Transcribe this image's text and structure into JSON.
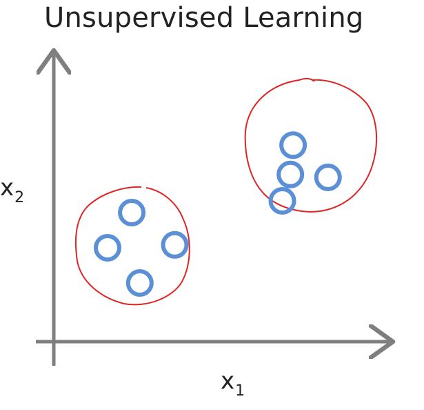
{
  "title": "Unsupervised Learning",
  "x_axis": {
    "main": "x",
    "sub": "1"
  },
  "y_axis": {
    "main": "x",
    "sub": "2"
  },
  "colors": {
    "axis": "#7f7f7f",
    "point": "#5b8fd6",
    "cluster": "#e02424",
    "text": "#222222"
  },
  "chart_data": {
    "type": "scatter",
    "title": "Unsupervised Learning",
    "xlabel": "x1",
    "ylabel": "x2",
    "series": [
      {
        "values": [
          {
            "x": 1.0,
            "y": 1.6
          },
          {
            "x": 1.45,
            "y": 2.2
          },
          {
            "x": 2.25,
            "y": 1.65
          },
          {
            "x": 1.6,
            "y": 1.0
          },
          {
            "x": 4.45,
            "y": 3.35
          },
          {
            "x": 4.4,
            "y": 2.85
          },
          {
            "x": 5.1,
            "y": 2.8
          },
          {
            "x": 4.25,
            "y": 2.4
          }
        ]
      }
    ],
    "clusters": [
      {
        "members": [
          0,
          1,
          2,
          3
        ]
      },
      {
        "members": [
          4,
          5,
          6,
          7
        ]
      }
    ],
    "xlim": [
      0,
      6
    ],
    "ylim": [
      0,
      5
    ],
    "grid": false,
    "legend": "none"
  }
}
